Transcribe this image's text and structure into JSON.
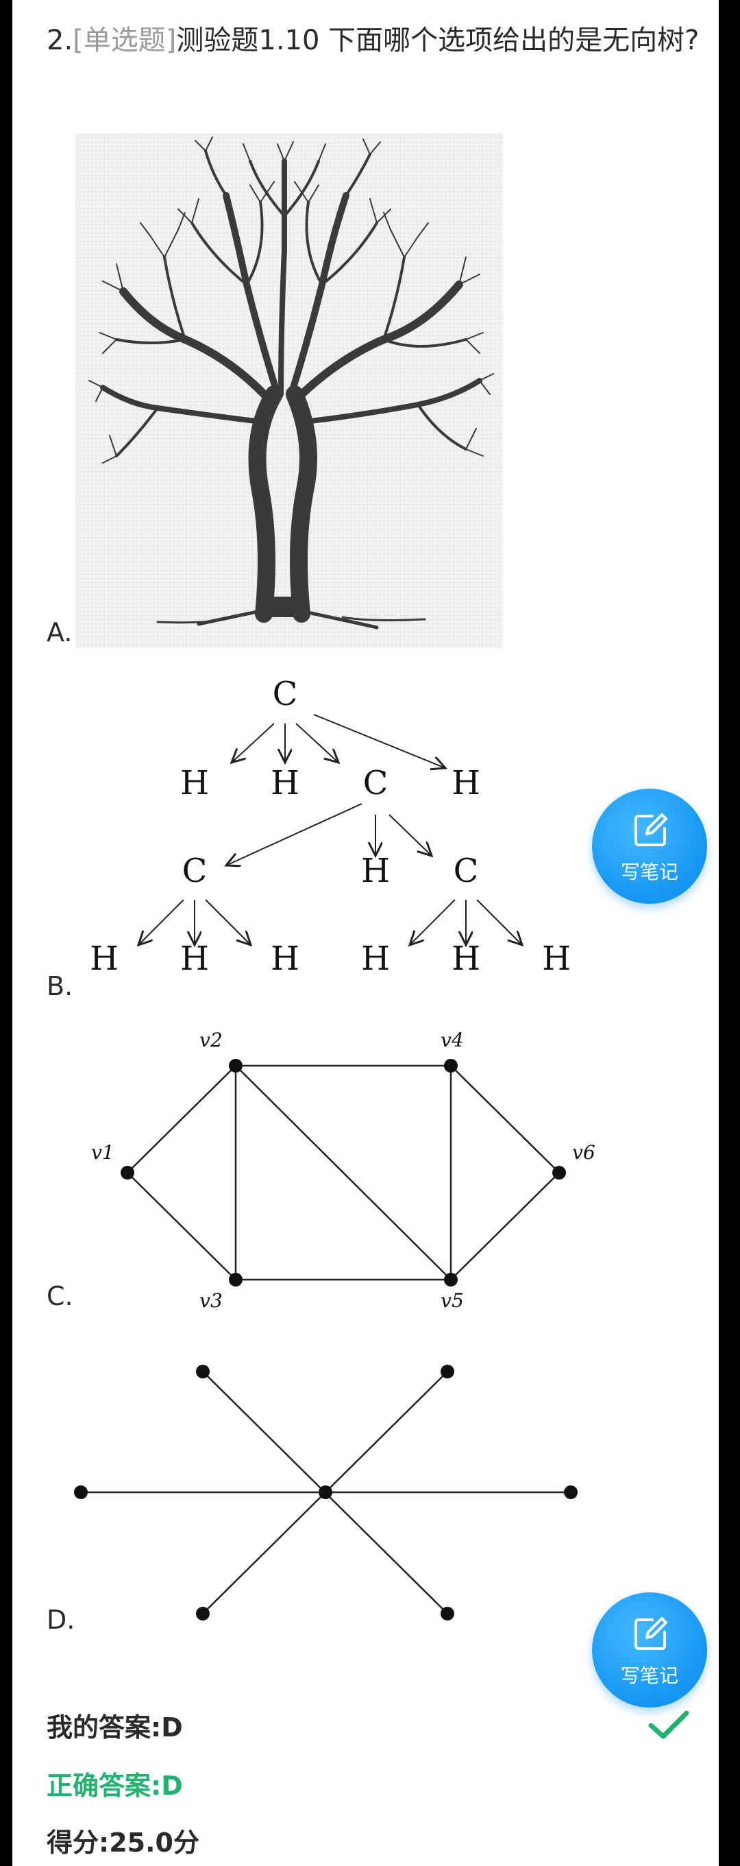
{
  "question": {
    "number": "2.",
    "type_tag": "[单选题]",
    "text": "测验题1.10 下面哪个选项给出的是无向树?"
  },
  "options": [
    {
      "letter": "A.",
      "content": "tree-illustration"
    },
    {
      "letter": "B.",
      "content": "directed-molecule-graph",
      "nodes": [
        "C",
        "H",
        "H",
        "C",
        "H",
        "C",
        "H",
        "C",
        "H",
        "H",
        "H",
        "H",
        "H",
        "H"
      ]
    },
    {
      "letter": "C.",
      "content": "graph-with-cycles",
      "labels": [
        "v2",
        "v4",
        "v1",
        "v6",
        "v3",
        "v5"
      ]
    },
    {
      "letter": "D.",
      "content": "star-graph"
    }
  ],
  "fab": {
    "label": "写笔记",
    "icon": "edit-note-icon"
  },
  "result": {
    "my_answer": "我的答案:D",
    "correct_answer": "正确答案:D",
    "score": "得分:25.0分",
    "status_icon": "check-icon"
  },
  "colors": {
    "accent_blue": "#1596f2",
    "correct_green": "#22b270"
  }
}
